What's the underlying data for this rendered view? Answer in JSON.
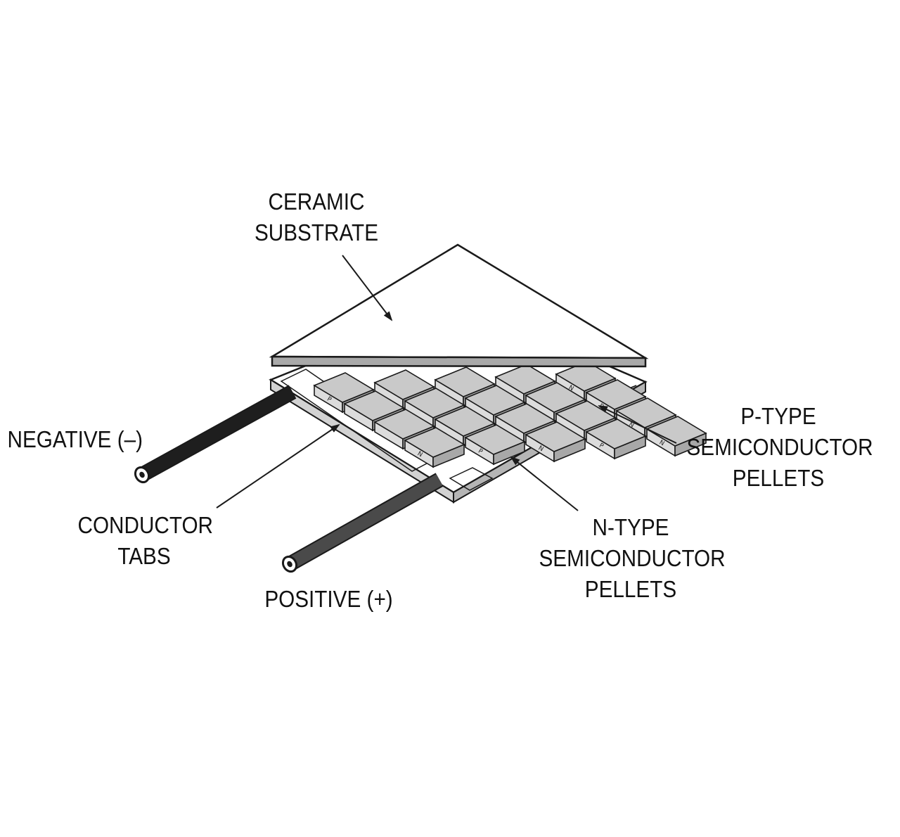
{
  "labels": {
    "ceramic_substrate": [
      "CERAMIC",
      "SUBSTRATE"
    ],
    "negative": "NEGATIVE (–)",
    "conductor_tabs": [
      "CONDUCTOR",
      "TABS"
    ],
    "positive": "POSITIVE (+)",
    "p_type": [
      "P-TYPE",
      "SEMICONDUCTOR",
      "PELLETS"
    ],
    "n_type": [
      "N-TYPE",
      "SEMICONDUCTOR",
      "PELLETS"
    ]
  },
  "pellet_letters": [
    "P",
    "N",
    "P",
    "N",
    "N",
    "P",
    "N",
    "P",
    "N"
  ],
  "colors": {
    "line": "#1a1a1a",
    "pellet_top": "#c9c9c9",
    "pellet_side": "#a8a8a8",
    "plate_edge": "#b5b5b5",
    "wire_negative": "#1e1e1e",
    "wire_positive": "#4a4a4a"
  }
}
